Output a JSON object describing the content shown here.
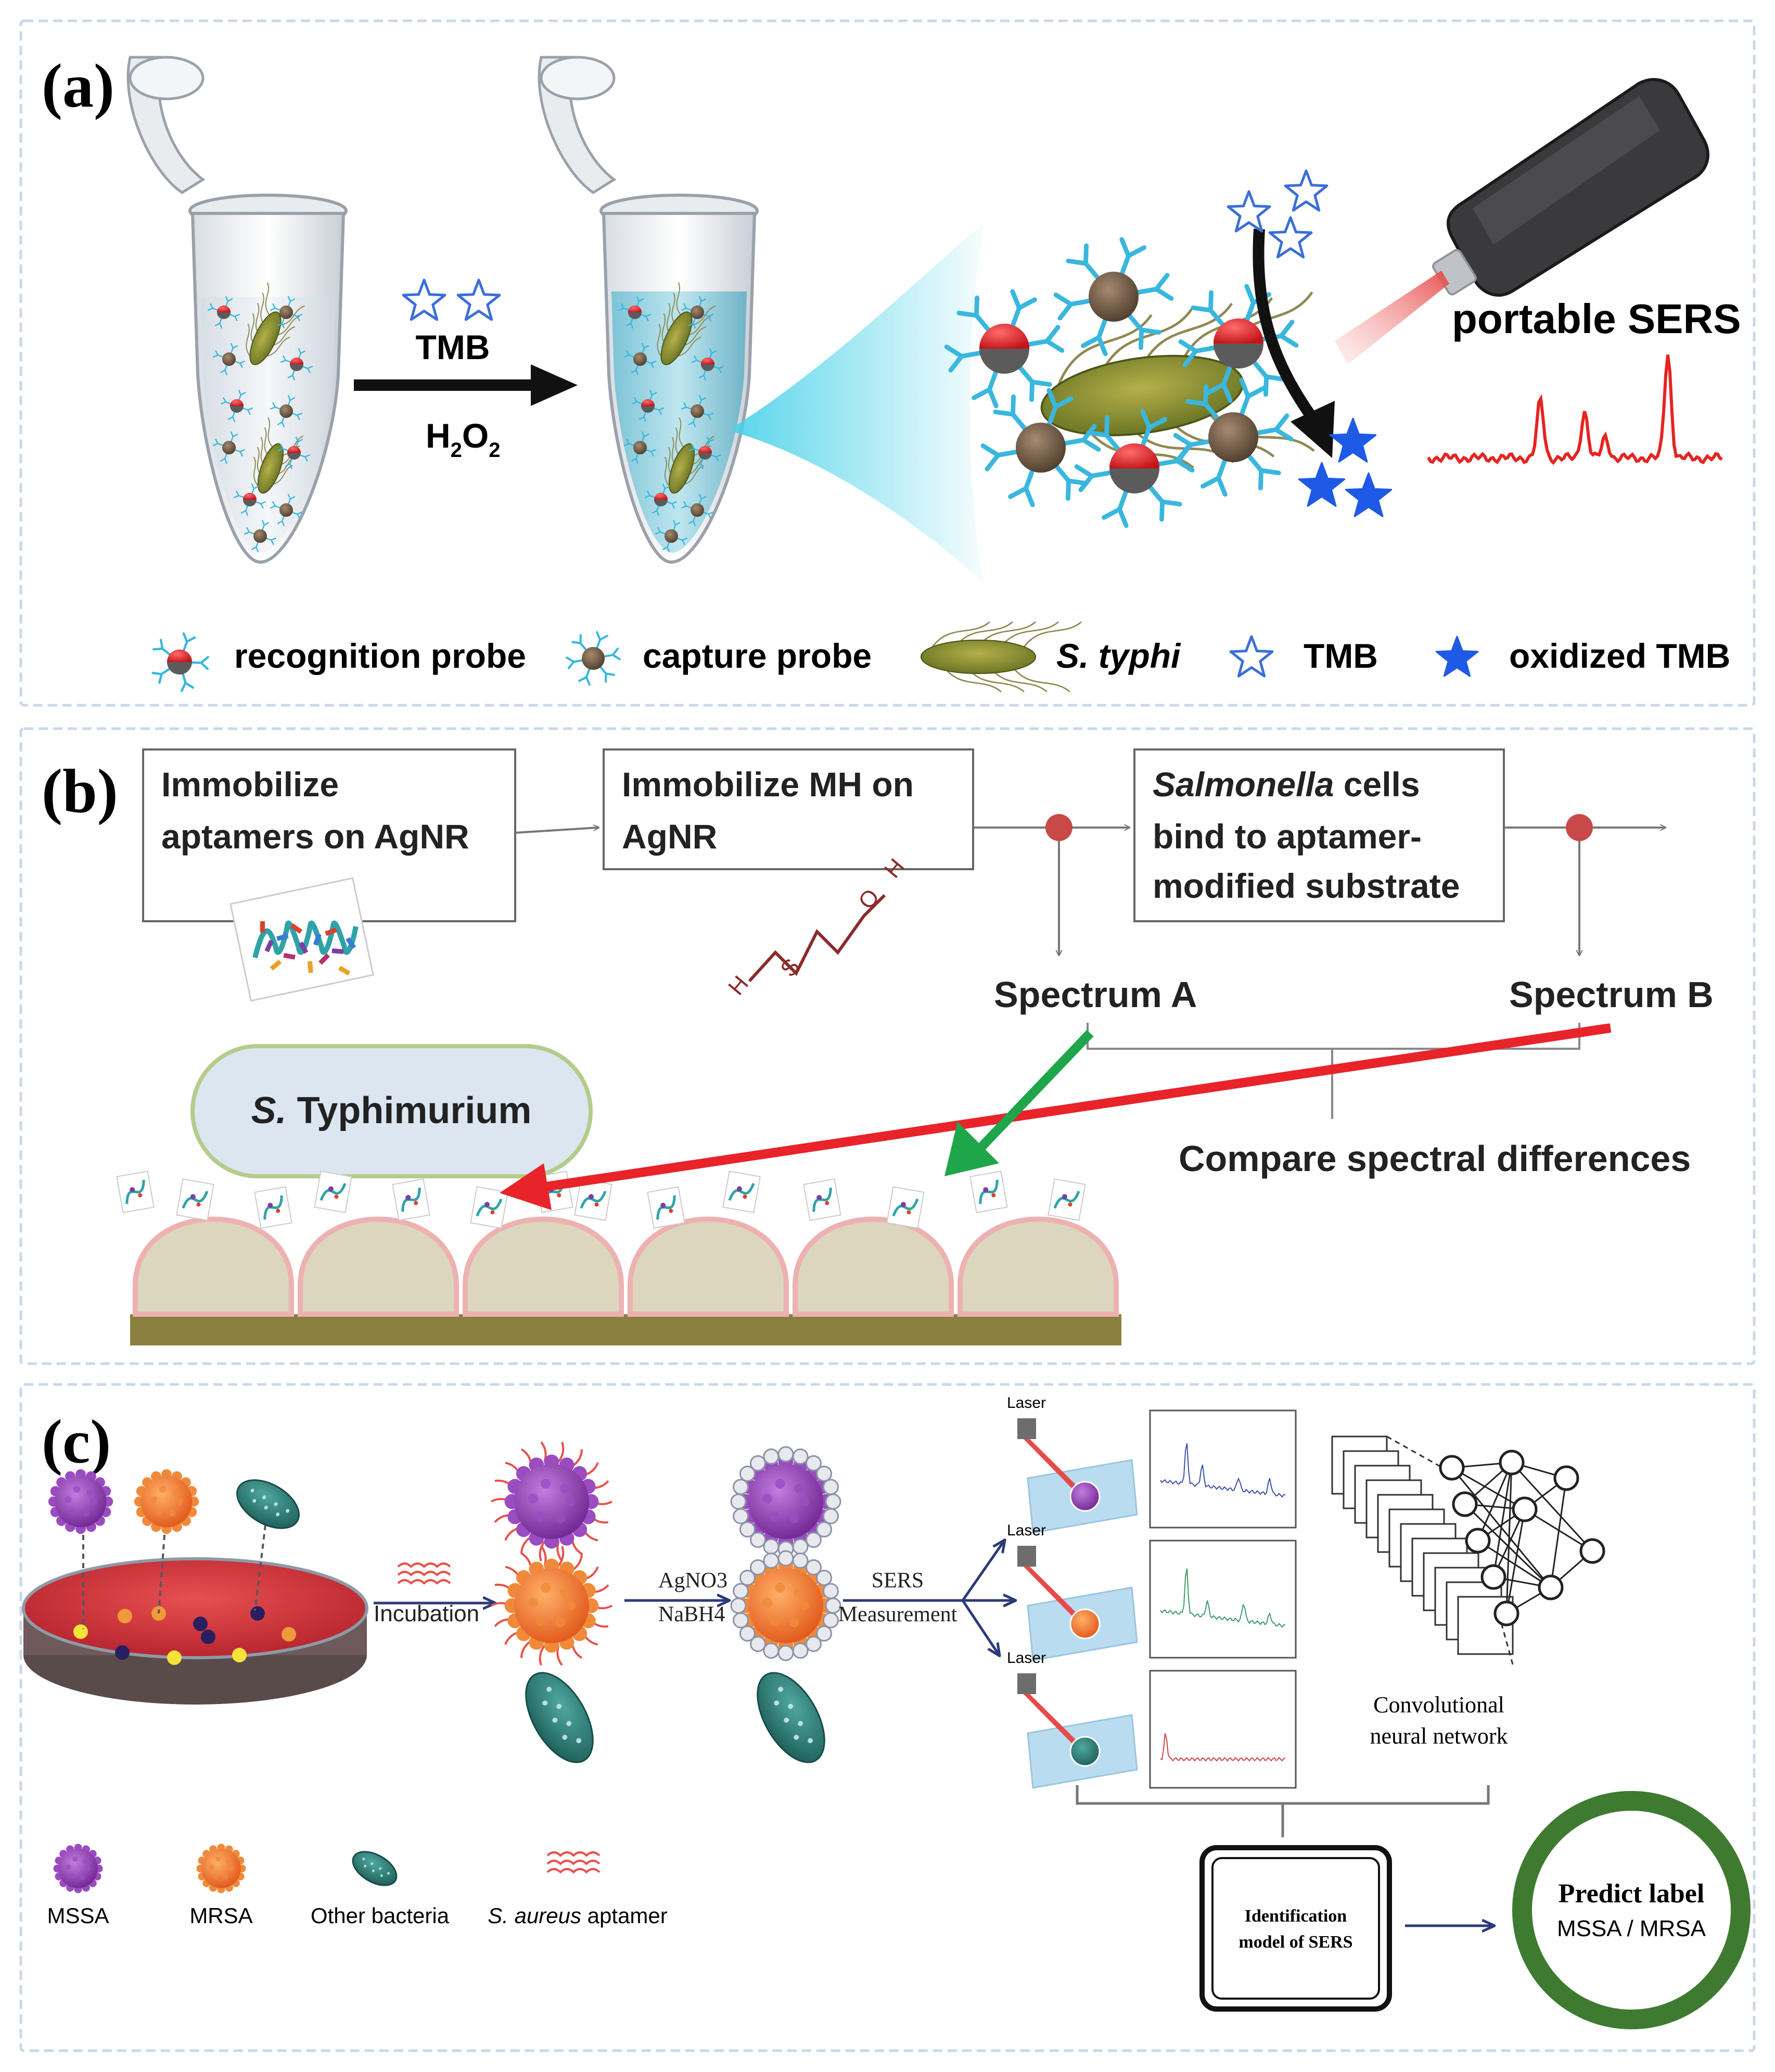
{
  "panels": {
    "a": {
      "label": "(a)",
      "reaction_top": "TMB",
      "reaction_bottom": "H",
      "reaction_bottom_sub1": "2",
      "reaction_bottom_mid": "O",
      "reaction_bottom_sub2": "2",
      "device_label": "portable SERS",
      "legend": {
        "recognition_probe": "recognition probe",
        "capture_probe": "capture probe",
        "s_typhi": "S. typhi",
        "tmb": "TMB",
        "oxidized_tmb": "oxidized TMB"
      }
    },
    "b": {
      "label": "(b)",
      "box1_line1": "Immobilize",
      "box1_line2": "aptamers on AgNR",
      "box2_line1": "Immobilize MH on",
      "box2_line2": "AgNR",
      "box3_line1_italic": "Salmonella",
      "box3_line1_rest": " cells",
      "box3_line2": "bind to aptamer-",
      "box3_line3": "modified substrate",
      "spectrum_a": "Spectrum A",
      "spectrum_b": "Spectrum B",
      "compare": "Compare spectral differences",
      "bacterium_italic": "S.",
      "bacterium_rest": " Typhimurium",
      "molecule_letters": [
        "H",
        "S",
        "O",
        "H"
      ]
    },
    "c": {
      "label": "(c)",
      "incubation": "Incubation",
      "reagent_top": "AgNO3",
      "reagent_bottom": "NaBH4",
      "sers_top": "SERS",
      "sers_bottom": "Measurement",
      "laser": "Laser",
      "cnn_line1": "Convolutional",
      "cnn_line2": "neural network",
      "model_line1": "Identification",
      "model_line2": "model of SERS",
      "predict_line1": "Predict label",
      "predict_line2": "MSSA / MRSA",
      "legend": {
        "mssa": "MSSA",
        "mrsa": "MRSA",
        "other": "Other bacteria",
        "aptamer_italic": "S. aureus",
        "aptamer_rest": " aptamer"
      }
    }
  },
  "colors": {
    "panel_frame": "#c9d8ea",
    "tmb_star": "#3b6fd8",
    "oxidized_star": "#1f5ae6",
    "spectrum_red": "#e52421",
    "arrow_green": "#1fa64a",
    "arrow_red": "#e8232a",
    "mssa_purple": "#8e3fb0",
    "mrsa_orange": "#f07a2a",
    "other_teal": "#2a7f78",
    "predict_ring": "#3f7a31",
    "flow_navy": "#2b3a78"
  }
}
